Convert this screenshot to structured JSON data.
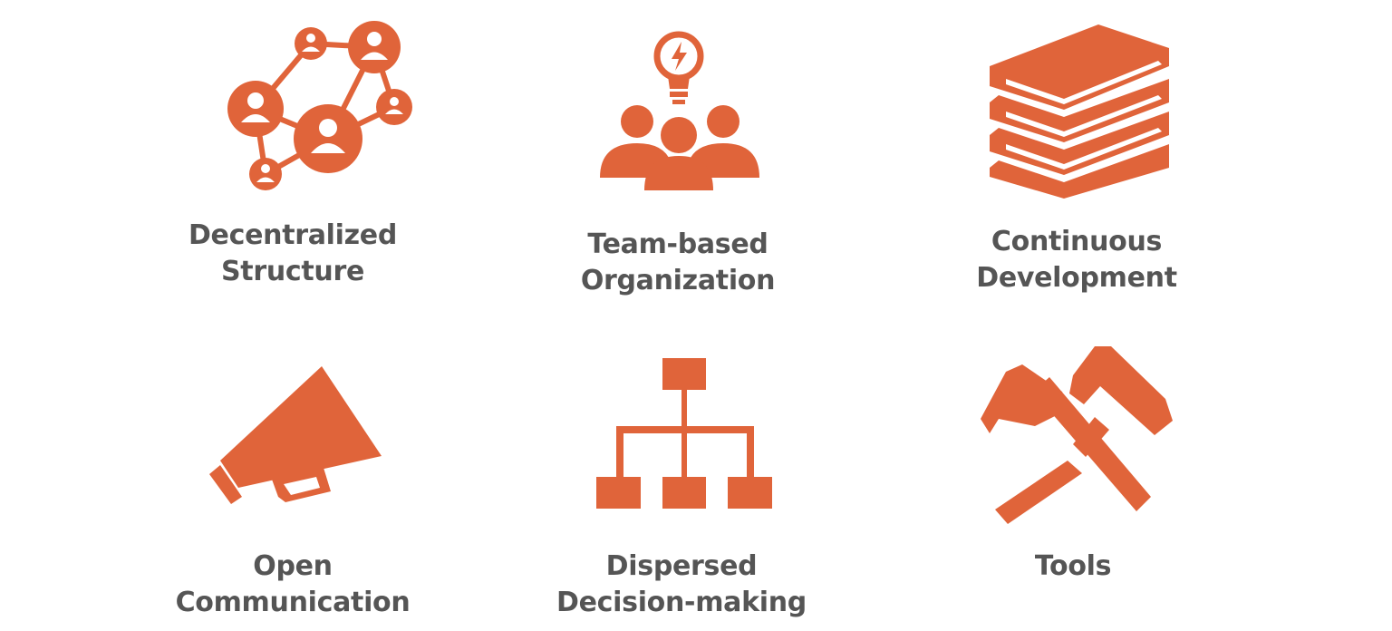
{
  "accent": "#E0643A",
  "text_color": "#555555",
  "items": [
    {
      "icon": "network-people-icon",
      "line1": "Decentralized",
      "line2": "Structure"
    },
    {
      "icon": "team-lightbulb-icon",
      "line1": "Team-based",
      "line2": "Organization"
    },
    {
      "icon": "books-stack-icon",
      "line1": "Continuous",
      "line2": "Development"
    },
    {
      "icon": "megaphone-icon",
      "line1": "Open",
      "line2": "Communication"
    },
    {
      "icon": "org-chart-icon",
      "line1": "Dispersed",
      "line2": "Decision-making"
    },
    {
      "icon": "crossed-hammers-icon",
      "line1": "Tools",
      "line2": ""
    }
  ]
}
